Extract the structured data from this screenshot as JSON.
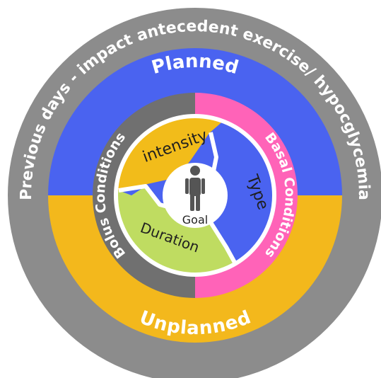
{
  "outer_ring": {
    "label": "Previous days - impact antecedent exercise/ hypocglycemia",
    "color": "#8c8c8c"
  },
  "planned": {
    "label": "Planned",
    "color": "#4a63f0"
  },
  "unplanned": {
    "label": "Unplanned",
    "color": "#f3b81c"
  },
  "bolus": {
    "label": "Bolus Conditions",
    "color": "#707070"
  },
  "basal": {
    "label": "Basal Conditions",
    "color": "#ff63b8"
  },
  "center": {
    "goal_label": "Goal",
    "icon": "person-icon",
    "segments": [
      {
        "label": "intensity",
        "color": "#f2bc1a"
      },
      {
        "label": "Type",
        "color": "#4a63f0"
      },
      {
        "label": "Duration",
        "color": "#bfdc61"
      }
    ]
  }
}
